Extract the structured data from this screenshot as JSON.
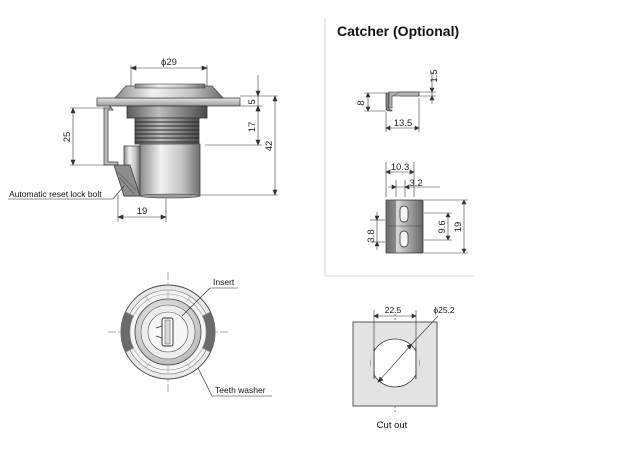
{
  "catcher": {
    "title": "Catcher (Optional)",
    "dims": {
      "thickness": "1.5",
      "height": "8",
      "length": "13.5",
      "top_width": "10.3",
      "slot_offset": "3.2",
      "left_height": "3.8",
      "slot_height": "9.6",
      "total_height": "19"
    }
  },
  "lock_side": {
    "dims": {
      "diameter": "ϕ29",
      "flange": "5",
      "body": "17",
      "total": "42",
      "bolt_drop": "25",
      "bolt_reach": "19"
    },
    "callout_bolt": "Automatic reset lock bolt"
  },
  "lock_front": {
    "callout_insert": "Insert",
    "callout_washer": "Teeth washer"
  },
  "cutout": {
    "dims": {
      "flat": "22.5",
      "diameter": "ϕ25.2"
    },
    "caption": "Cut out"
  }
}
